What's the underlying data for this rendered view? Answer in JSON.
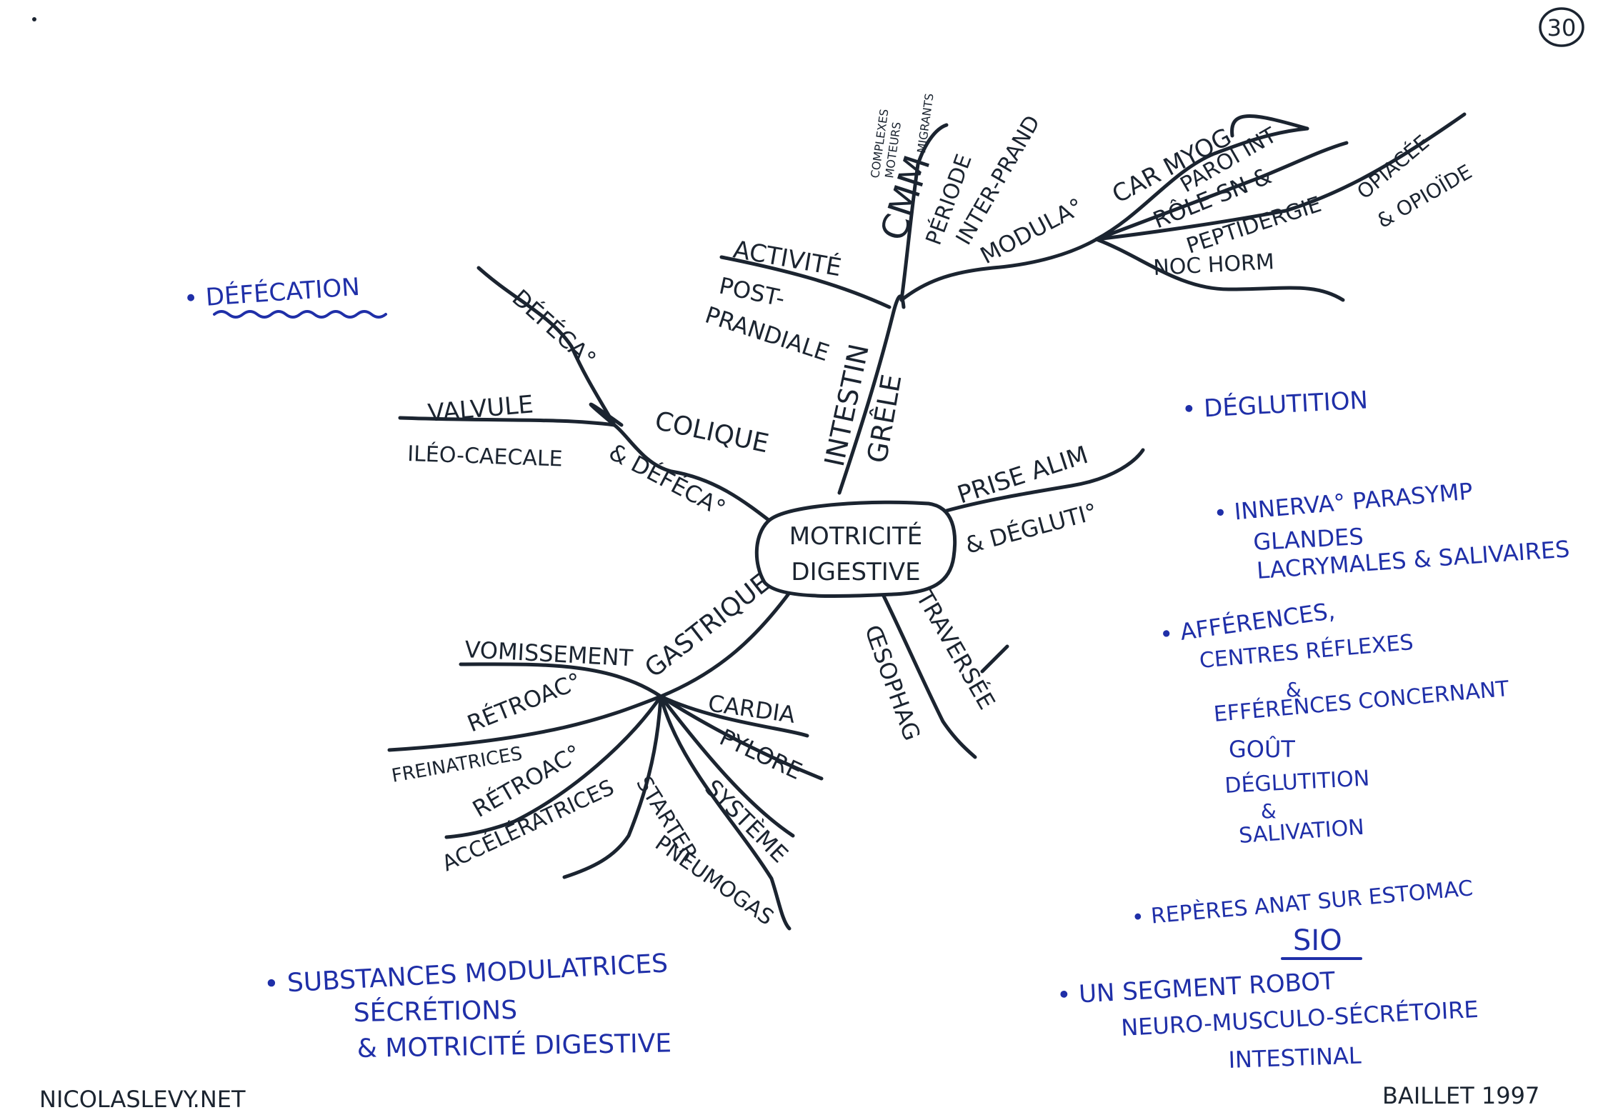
{
  "page_number": "30",
  "center": {
    "line1": "MOTRICITÉ",
    "line2": "DIGESTIVE"
  },
  "branches": {
    "intestin_grele": {
      "label1": "INTESTIN",
      "label2": "GRÊLE",
      "activite": "ACTIVITÉ",
      "post_prandiale1": "POST-",
      "post_prandiale2": "PRANDIALE",
      "cmm": "CMM",
      "cmm_note1": "COMPLEXES",
      "cmm_note2": "MOTEURS",
      "cmm_note3": "MIGRANTS",
      "periode1": "PÉRIODE",
      "periode2": "INTER-PRAND",
      "modulation": "MODULA°",
      "car_myod": "CAR MYOG",
      "paroi_int": "PAROI INT",
      "role_sn": "RÔLE SN &",
      "peptide1": "PEPTIDERGIE",
      "peptide2": "NOC HORM",
      "opiacee": "OPIACÉE",
      "opioide": "& OPIOÏDE"
    },
    "colique": {
      "label": "COLIQUE",
      "defeca_link": "& DÉFÉCA°",
      "defecation": "DÉFÉCA°",
      "valvule": "VALVULE",
      "ileo": "ILÉO-CAECALE"
    },
    "prise_alim": {
      "label1": "PRISE ALIM",
      "label2": "& DÉGLUTI°"
    },
    "oesophage": {
      "label1": "TRAVERSÉE",
      "label2": "ŒSOPHAG"
    },
    "gastrique": {
      "label": "GASTRIQUE",
      "vomissement": "VOMISSEMENT",
      "retroac1": "RÉTROAC°",
      "freinatrices": "FREINATRICES",
      "retroac2": "RÉTROAC°",
      "accel": "ACCÉLÉRATRICES",
      "starter": "STARTER",
      "pneumogas": "PNEUMOGAS",
      "systeme": "SYSTÈME",
      "pylore": "PYLORE",
      "cardia": "CARDIA"
    }
  },
  "notes_left": {
    "defecation": "• DÉFÉCATION",
    "substances1": "• SUBSTANCES MODULATRICES",
    "substances2": "SÉCRÉTIONS",
    "substances3": "& MOTRICITÉ DIGESTIVE"
  },
  "notes_right": {
    "deglutition": "• DÉGLUTITION",
    "innerva1": "• INNERVA° PARASYMP",
    "innerva2": "GLANDES",
    "innerva3": "LACRYMALES & SALIVAIRES",
    "aff1": "• AFFÉRENCES,",
    "aff2": "CENTRES RÉFLEXES",
    "aff3": "&",
    "aff4": "EFFÉRENCES CONCERNANT",
    "aff5": "GOÛT",
    "aff6": "DÉGLUTITION",
    "aff7": "&",
    "aff8": "SALIVATION",
    "reperes": "• REPÈRES ANAT SUR ESTOMAC",
    "sio": "SIO",
    "segment1": "• UN SEGMENT ROBOT",
    "segment2": "NEURO-MUSCULO-SÉCRÉTOIRE",
    "segment3": "INTESTINAL"
  },
  "footer": {
    "left": "NICOLASLEVY.NET",
    "right": "BAILLET 1997"
  },
  "colors": {
    "black_ink": "#1b2430",
    "blue_ink": "#1f2fa8"
  }
}
